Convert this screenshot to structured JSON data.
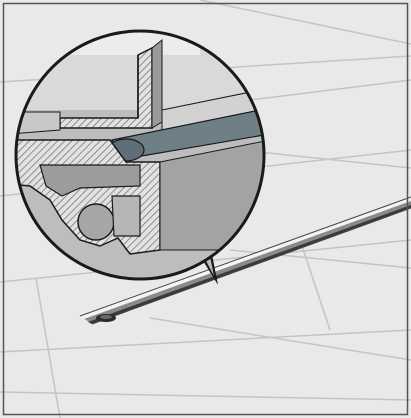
{
  "figure": {
    "kind": "technical-illustration",
    "subject": "floor-drain-profile-cross-section",
    "colors": {
      "background": "#e9e9e9",
      "frame": "#555555",
      "tile_grid": "#c4c4c4",
      "lens_fill": "#bdbdbd",
      "lens_outline": "#1a1a1a",
      "section_hatch": "#6a6a6a",
      "seal_gasket": "#6f7f88",
      "channel_dark": "#3a3a3a"
    },
    "components": [
      "floor-tiles",
      "drain-channel",
      "drain-outlet",
      "magnifier-lens",
      "upper-profile-section",
      "lower-profile-section",
      "seal-gasket"
    ]
  }
}
